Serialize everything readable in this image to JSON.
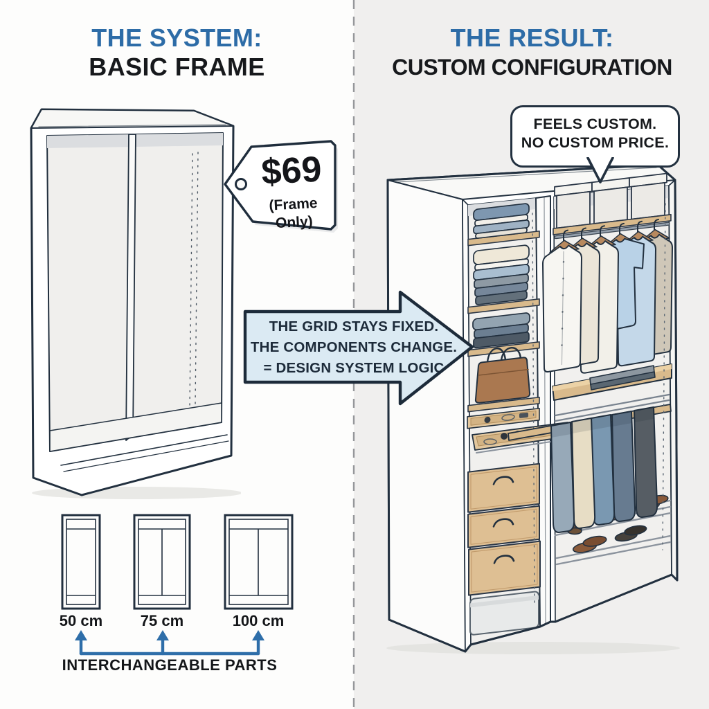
{
  "left_panel": {
    "title_line1": "THE SYSTEM:",
    "title_line2": "BASIC FRAME",
    "price_tag": {
      "price": "$69",
      "note_line1": "(Frame",
      "note_line2": "Only)"
    },
    "frame_sizes": [
      {
        "label": "50 cm"
      },
      {
        "label": "75 cm"
      },
      {
        "label": "100 cm"
      }
    ],
    "footer_label": "INTERCHANGEABLE PARTS"
  },
  "center_arrow": {
    "line1": "THE GRID STAYS FIXED.",
    "line2": "THE COMPONENTS CHANGE.",
    "line3": "= DESIGN SYSTEM LOGIC"
  },
  "right_panel": {
    "title_line1": "THE RESULT:",
    "title_line2": "CUSTOM CONFIGURATION",
    "speech_bubble": {
      "line1": "FEELS CUSTOM.",
      "line2": "NO CUSTOM PRICE."
    }
  },
  "colors": {
    "accent_blue": "#2D6CA7",
    "outline_navy": "#22303F",
    "arrow_fill": "#DBEAF3",
    "wood": "#D9BA8C",
    "right_background": "#F0EFEE",
    "text_dark": "#17191C"
  }
}
